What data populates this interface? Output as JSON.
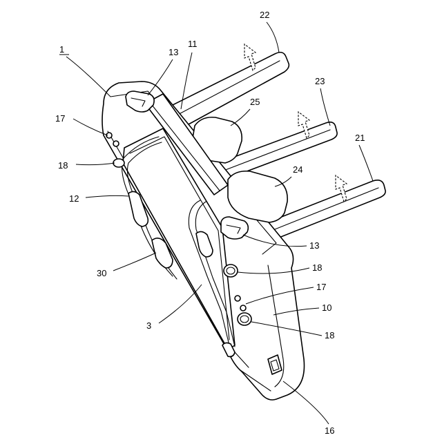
{
  "labels": {
    "l1": "1",
    "l3": "3",
    "l10": "10",
    "l11": "11",
    "l12": "12",
    "l13a": "13",
    "l13b": "13",
    "l16": "16",
    "l17a": "17",
    "l17b": "17",
    "l18a": "18",
    "l18b": "18",
    "l18c": "18",
    "l21": "21",
    "l22": "22",
    "l23": "23",
    "l24": "24",
    "l25": "25",
    "l30": "30"
  }
}
